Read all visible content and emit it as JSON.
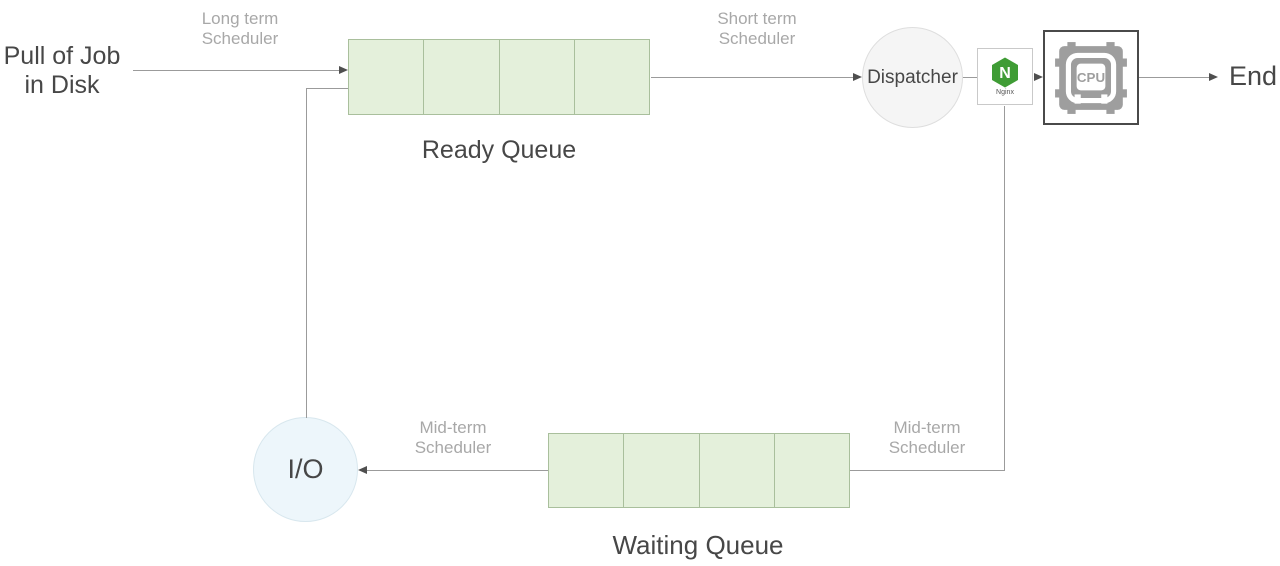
{
  "nodes": {
    "start": {
      "line1": "Pull of Job",
      "line2": "in Disk"
    },
    "ready_queue": {
      "label": "Ready Queue",
      "cells": 4
    },
    "dispatcher": {
      "label": "Dispatcher"
    },
    "nginx": {
      "letter": "N",
      "label": "Nginx"
    },
    "cpu": {
      "label": "CPU"
    },
    "end": {
      "label": "End"
    },
    "waiting_queue": {
      "label": "Waiting Queue",
      "cells": 4
    },
    "io": {
      "label": "I/O"
    }
  },
  "edge_labels": {
    "long_term": {
      "line1": "Long term",
      "line2": "Scheduler"
    },
    "short_term": {
      "line1": "Short term",
      "line2": "Scheduler"
    },
    "mid_term_right": {
      "line1": "Mid-term",
      "line2": "Scheduler"
    },
    "mid_term_left": {
      "line1": "Mid-term",
      "line2": "Scheduler"
    }
  },
  "colors": {
    "queue_fill": "#e4f0db",
    "queue_border": "#a9bf9c",
    "dispatcher_fill": "#f5f5f5",
    "dispatcher_border": "#dedede",
    "io_fill": "#edf6fb",
    "io_border": "#d8e7ee",
    "nginx_green": "#3f9c35",
    "cpu_icon_gray": "#9e9e9e",
    "cpu_box_border": "#4a4a4a",
    "connector_line": "#9b9b9b",
    "arrowhead": "#4f4f4f",
    "label_gray": "#a8a8a8",
    "text_dark": "#474747"
  }
}
